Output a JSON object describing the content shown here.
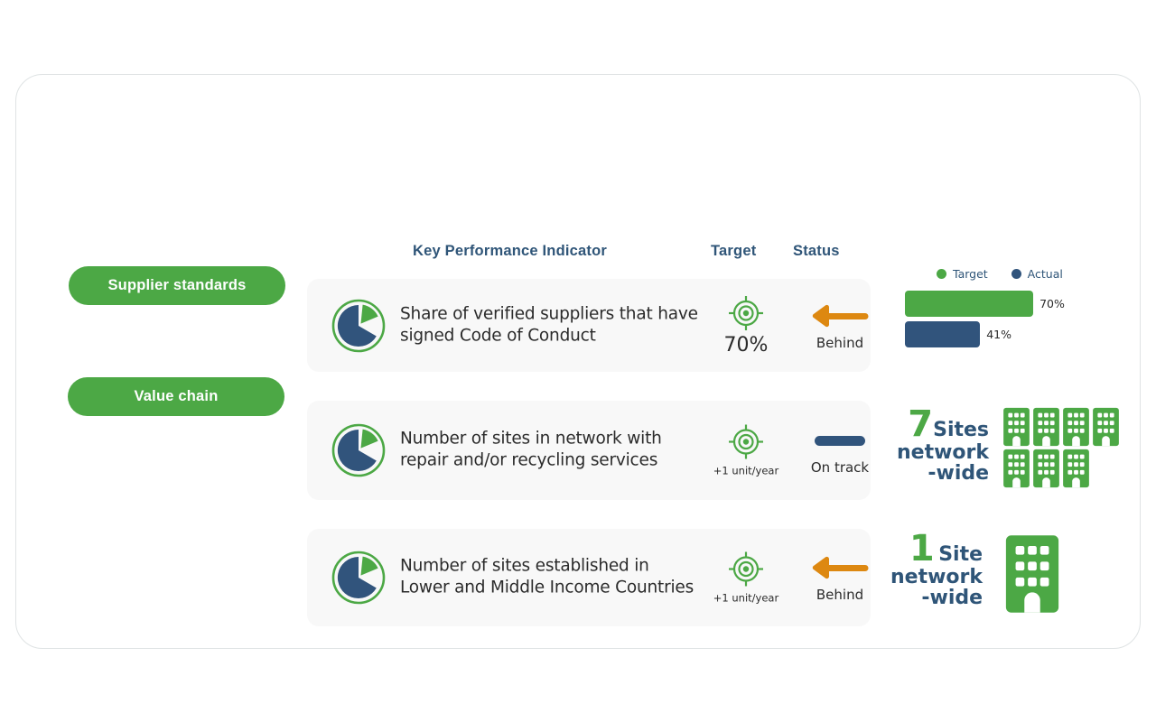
{
  "categories": [
    {
      "label": "Supplier standards"
    },
    {
      "label": "Value chain"
    }
  ],
  "columns": {
    "kpi": "Key Performance Indicator",
    "target": "Target",
    "status": "Status"
  },
  "rows": [
    {
      "icon": "pie-chart-icon",
      "kpi": "Share of verified suppliers that have signed Code of Conduct",
      "target_icon": "target-bullseye-icon",
      "target_value": "70%",
      "status_icon": "left-arrow-icon",
      "status_label": "Behind"
    },
    {
      "icon": "pie-chart-icon",
      "kpi": "Number of sites in network with repair and/or recycling services",
      "target_icon": "target-bullseye-icon",
      "target_value": "+1 unit/year",
      "status_icon": "dash-icon",
      "status_label": "On track"
    },
    {
      "icon": "pie-chart-icon",
      "kpi": "Number of sites established in Lower and Middle Income Countries",
      "target_icon": "target-bullseye-icon",
      "target_value": "+1 unit/year",
      "status_icon": "left-arrow-icon",
      "status_label": "Behind"
    }
  ],
  "chart_data": {
    "type": "bar",
    "title": "",
    "orientation": "horizontal",
    "categories": [
      "Target",
      "Actual"
    ],
    "values": [
      70,
      41
    ],
    "value_labels": [
      "70%",
      "41%"
    ],
    "colors": [
      "#4CA845",
      "#31547C"
    ],
    "legend": [
      {
        "name": "Target",
        "color": "#4CA845"
      },
      {
        "name": "Actual",
        "color": "#31547C"
      }
    ],
    "legend_position": "top",
    "xlabel": "",
    "ylabel": "",
    "xlim": [
      0,
      100
    ],
    "grid": false
  },
  "stats": [
    {
      "number": "7",
      "unit": "Sites",
      "sub_line1": "network",
      "sub_line2": "-wide",
      "icon": "building-icon",
      "icon_count": 7
    },
    {
      "number": "1",
      "unit": "Site",
      "sub_line1": "network",
      "sub_line2": "-wide",
      "icon": "building-icon",
      "icon_count": 1
    }
  ],
  "colors": {
    "green": "#4CA845",
    "blue": "#31547C",
    "orange": "#DD8811",
    "card_bg": "#f8f8f8"
  }
}
